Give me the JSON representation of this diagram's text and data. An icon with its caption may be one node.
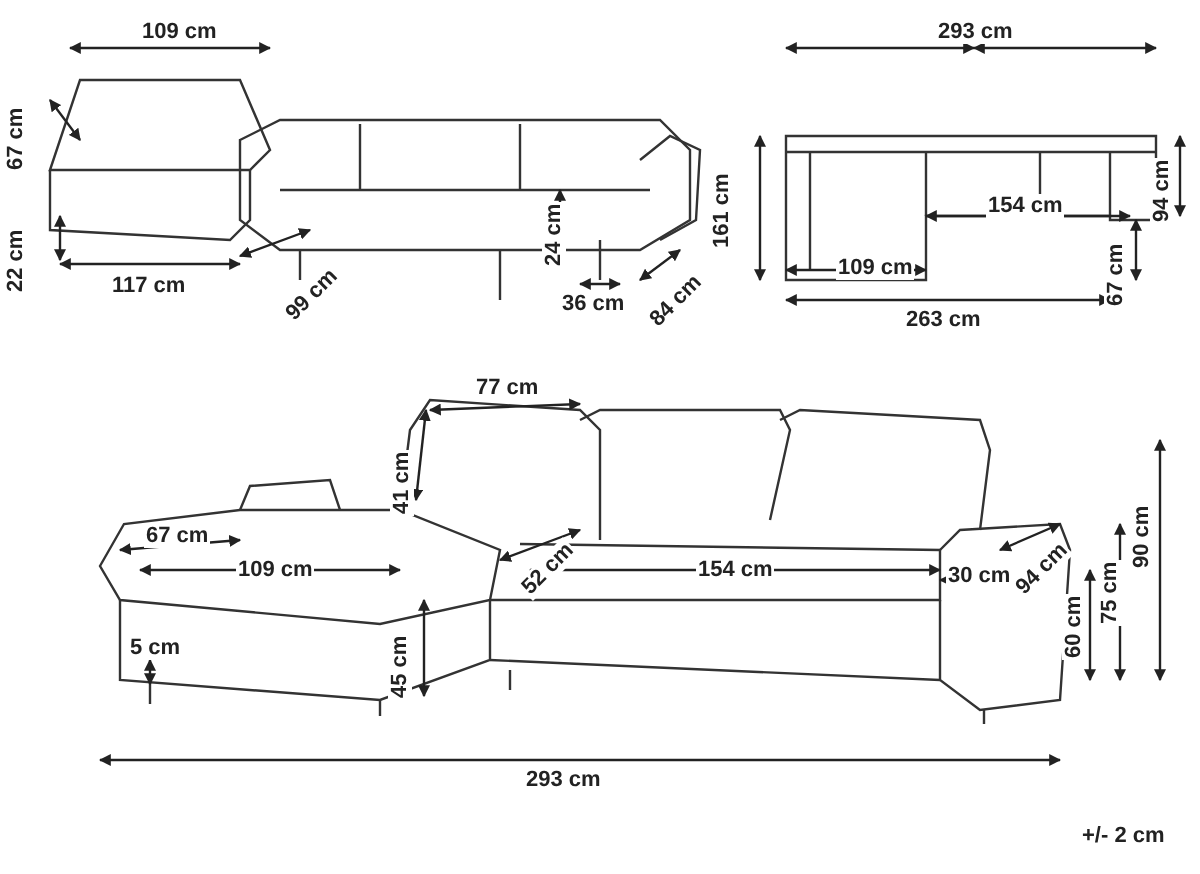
{
  "diagram": {
    "labels": [
      "109 cm",
      "293 cm",
      "67 cm",
      "161 cm",
      "94 cm",
      "154 cm",
      "22 cm",
      "24 cm",
      "67 cm",
      "117 cm",
      "99 cm",
      "109 cm",
      "36 cm",
      "84 cm",
      "263 cm",
      "77 cm",
      "41 cm",
      "90 cm",
      "67 cm",
      "52 cm",
      "94 cm",
      "109 cm",
      "154 cm",
      "30 cm",
      "75 cm",
      "60 cm",
      "5 cm",
      "45 cm",
      "293 cm",
      "+/- 2 cm"
    ]
  }
}
